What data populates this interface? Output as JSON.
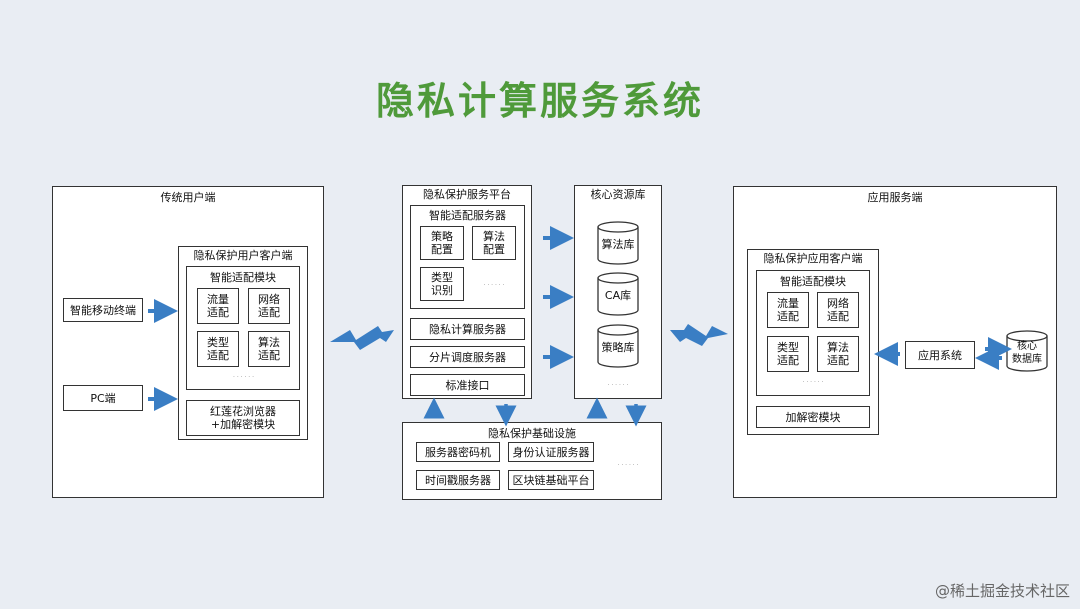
{
  "title": "隐私计算服务系统",
  "watermark": "@稀土掘金技术社区",
  "colors": {
    "title": "#4f9a3a",
    "arrow": "#3a7ec4",
    "background": "#e9edf3"
  },
  "left": {
    "title": "传统用户端",
    "smart_mobile": "智能移动终端",
    "pc": "PC端",
    "client": {
      "title": "隐私保护用户客户端",
      "adapt_title": "智能适配模块",
      "cells": [
        "流量\n适配",
        "网络\n适配",
        "类型\n适配",
        "算法\n适配"
      ],
      "dots": "· · · · · ·",
      "browser": "红莲花浏览器\n+加解密模块"
    }
  },
  "platform": {
    "title": "隐私保护服务平台",
    "adapt_server": {
      "title": "智能适配服务器",
      "cells": [
        "策略\n配置",
        "算法\n配置",
        "类型\n识别"
      ],
      "dots": "· · · · · ·"
    },
    "compute": "隐私计算服务器",
    "shard": "分片调度服务器",
    "interface": "标准接口"
  },
  "resource": {
    "title": "核心资源库",
    "items": [
      "算法库",
      "CA库",
      "策略库"
    ],
    "dots": "· · · · · ·"
  },
  "infra": {
    "title": "隐私保护基础设施",
    "items": [
      "服务器密码机",
      "身份认证服务器",
      "时间戳服务器",
      "区块链基础平台"
    ],
    "dots": "· · · · · ·"
  },
  "right": {
    "title": "应用服务端",
    "client": {
      "title": "隐私保护应用客户端",
      "adapt_title": "智能适配模块",
      "cells": [
        "流量\n适配",
        "网络\n适配",
        "类型\n适配",
        "算法\n适配"
      ],
      "dots": "· · · · · ·",
      "crypto": "加解密模块"
    },
    "app_system": "应用系统",
    "core_db": "核心\n数据库"
  }
}
